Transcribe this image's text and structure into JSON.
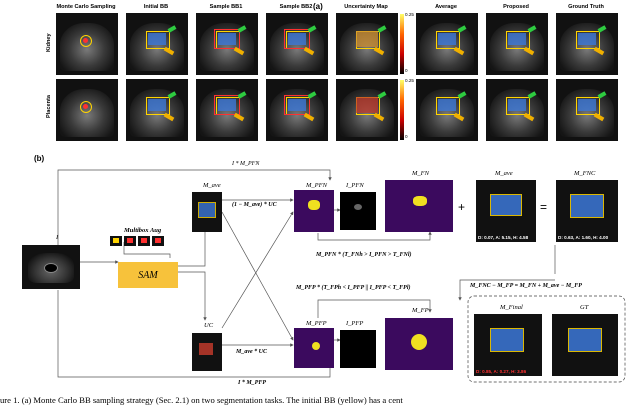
{
  "panel_a_label": "(a)",
  "panel_b_label": "(b)",
  "columns": [
    "Monte Carlo Sampling",
    "Initial BB",
    "Sample BB1",
    "Sample BB2",
    "Uncertainty Map",
    "Average",
    "Proposed",
    "Ground Truth"
  ],
  "rows": [
    "Kidney",
    "Placenta"
  ],
  "colorbar": {
    "max": "0.25",
    "min": "0"
  },
  "diagram": {
    "input": "I",
    "multibox": "Multibox Aug",
    "sam": "SAM",
    "m_ave": "M_ave",
    "uc": "UC",
    "m_pfn": "M_PFN",
    "i_pfn": "I_PFN",
    "m_fn": "M_FN",
    "m_pfp": "M_PFP",
    "i_pfp": "I_PFP",
    "m_fp": "M_FP",
    "m_ave_out": "M_ave",
    "m_fnc": "M_FNC",
    "m_final": "M_Final",
    "gt": "GT",
    "plus": "+",
    "equals": "=",
    "top_arrow": "I * M_PFN",
    "bottom_arrow": "I * M_PFP",
    "one_minus": "(1 − M_ave) * UC",
    "mave_uc": "M_ave * UC",
    "fn_rule": "M_PFN * (T_FNh > I_PFN > T_FNl)",
    "fp_rule": "M_PFP * (T_FPh < I_PFP || I_PFP < T_FPl)",
    "fnc_rule": "M_FNC − M_FP = M_FN + M_ave − M_FP",
    "metric_ave": "D: 0.07, A: 5.15, H: 4.58",
    "metric_fnc": "D: 0.63, A: 1.60, H: 4.00",
    "metric_final": "D: 0.85, A: 0.27, H: 3.86"
  },
  "caption": "ure 1. (a) Monte Carlo BB sampling strategy (Sec. 2.1) on two segmentation tasks. The initial BB (yellow) has a cent"
}
